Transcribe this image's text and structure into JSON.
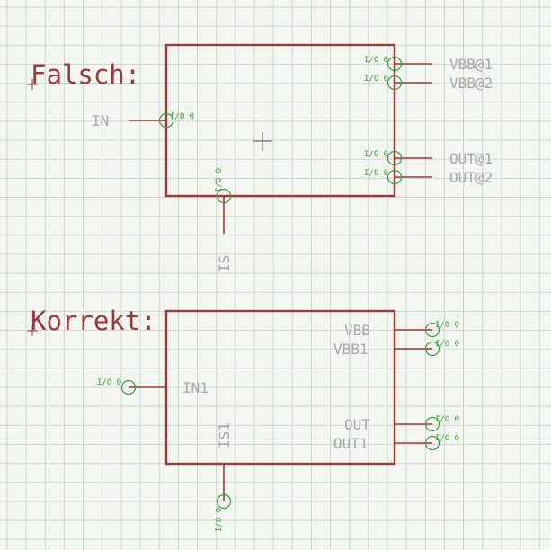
{
  "colors": {
    "symbol_outline": "#9c3a3a",
    "pin": "#3a9c3a",
    "net_name": "#a8a8a8",
    "grid": "#c9d7cf",
    "background": "#f4f6f2"
  },
  "wrong_example": {
    "heading": "Falsch:",
    "pin_label": "I/O 0",
    "names": {
      "in": "IN",
      "vbb1": "VBB@1",
      "vbb2": "VBB@2",
      "out1": "OUT@1",
      "out2": "OUT@2",
      "is": "IS"
    }
  },
  "correct_example": {
    "heading": "Korrekt:",
    "pin_label": "I/O 0",
    "names": {
      "in": "IN1",
      "vbb": "VBB",
      "vbb1": "VBB1",
      "out": "OUT",
      "out1": "OUT1",
      "is": "IS1"
    }
  }
}
